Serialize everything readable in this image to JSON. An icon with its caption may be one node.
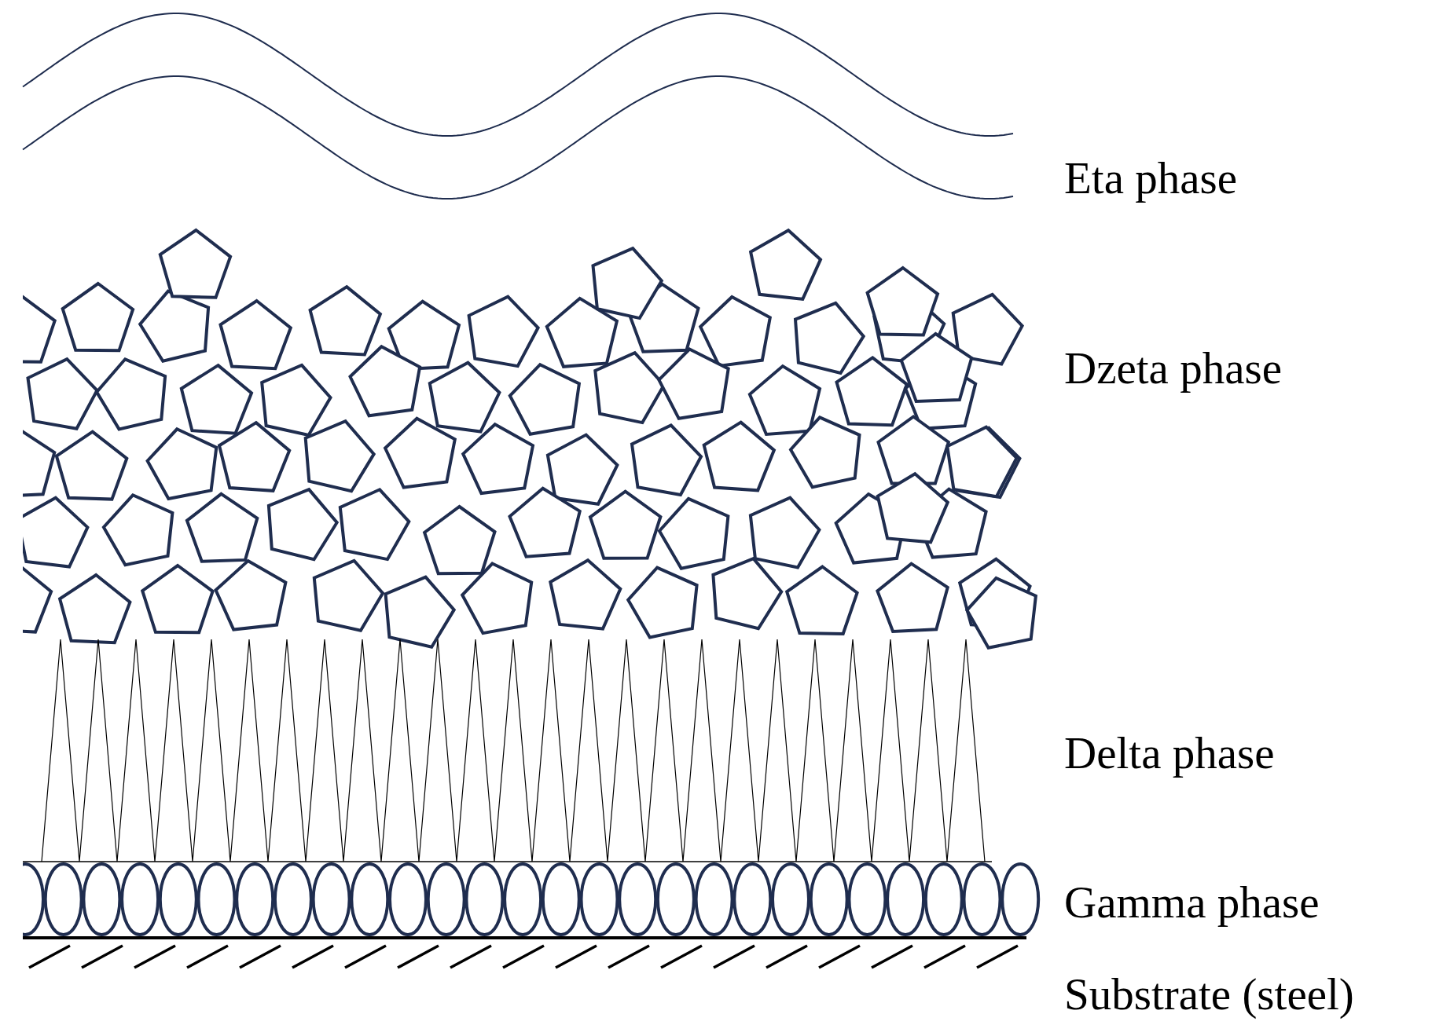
{
  "diagram": {
    "labels": [
      "Eta phase",
      "Dzeta phase",
      "Delta phase",
      "Gamma phase",
      "Substrate (steel)"
    ]
  }
}
